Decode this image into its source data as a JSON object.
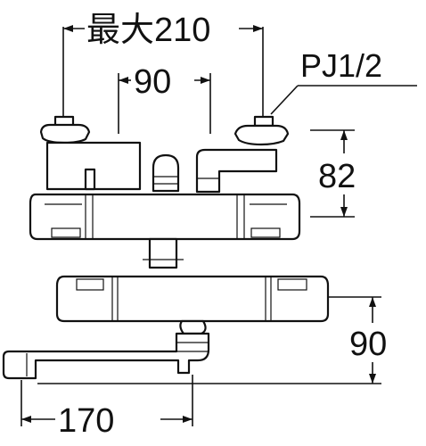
{
  "dimensions": {
    "overall_width": "最大210",
    "inlet_spacing": "90",
    "thread_spec": "PJ1/2",
    "inlet_height": "82",
    "spout_height": "90",
    "spout_length": "170"
  }
}
